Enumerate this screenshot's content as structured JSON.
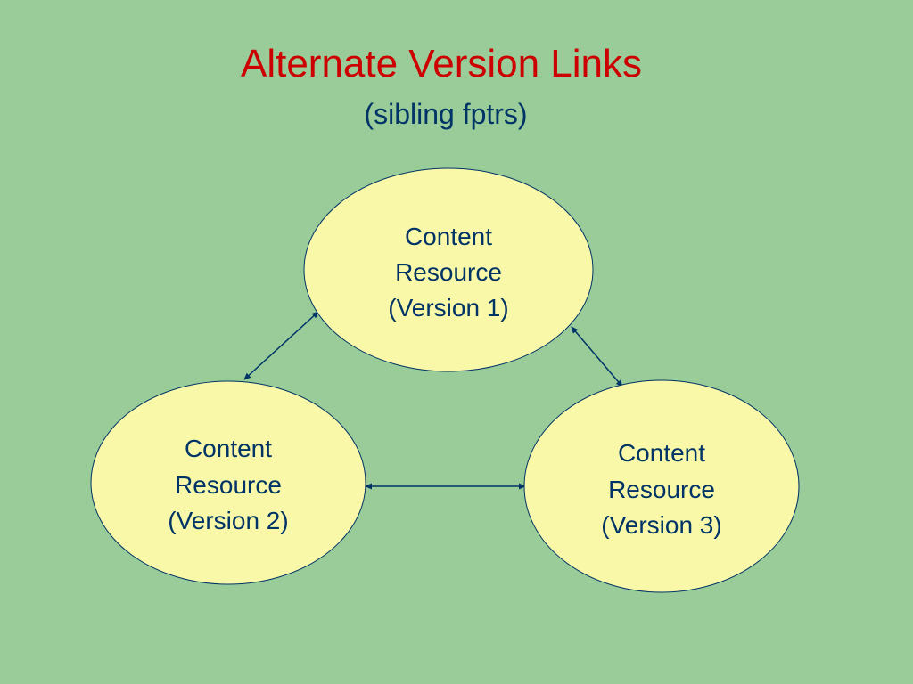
{
  "slide": {
    "title": "Alternate Version Links",
    "subtitle": "(sibling fptrs)"
  },
  "colors": {
    "background": "#99cc99",
    "title": "#cc0000",
    "text": "#003366",
    "node_fill": "#f8f8a8",
    "node_stroke": "#003366",
    "arrow": "#003366"
  },
  "nodes": [
    {
      "lines": [
        "Content",
        "Resource",
        "(Version 1)"
      ]
    },
    {
      "lines": [
        "Content",
        "Resource",
        "(Version 2)"
      ]
    },
    {
      "lines": [
        "Content",
        "Resource",
        "(Version 3)"
      ]
    }
  ],
  "links": [
    {
      "from": 0,
      "to": 1,
      "bidirectional": true
    },
    {
      "from": 0,
      "to": 2,
      "bidirectional": true
    },
    {
      "from": 1,
      "to": 2,
      "bidirectional": true
    }
  ]
}
